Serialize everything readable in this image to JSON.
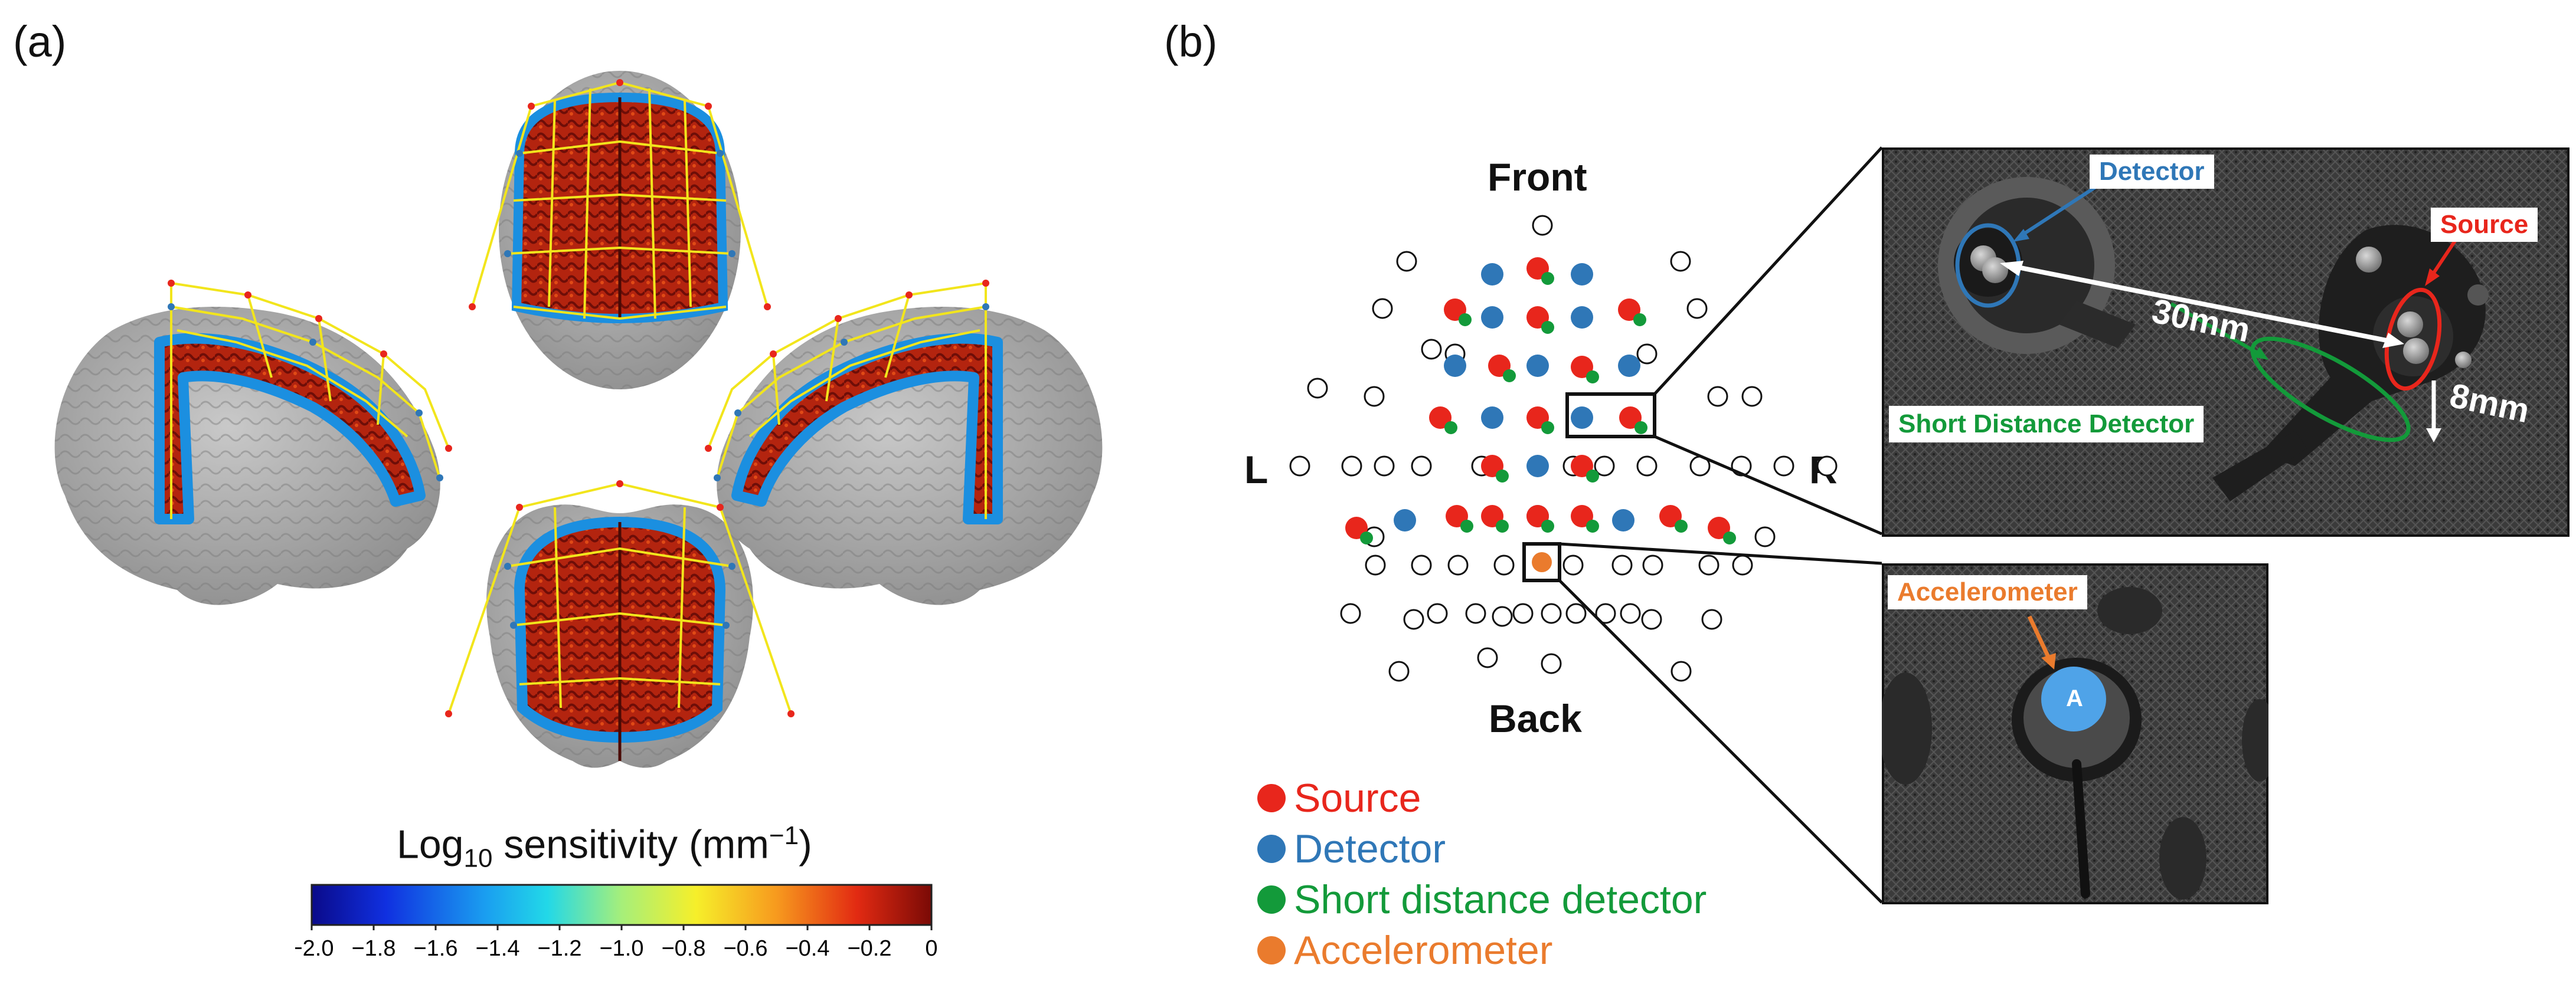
{
  "panel_a": {
    "label": "(a)",
    "colorbar": {
      "title_main": "Log",
      "title_sub": "10",
      "title_rest": " sensitivity (mm",
      "title_sup": "−1",
      "title_close": ")",
      "ticks": [
        "−2.0",
        "−1.8",
        "−1.6",
        "−1.4",
        "−1.2",
        "−1.0",
        "−0.8",
        "−0.6",
        "−0.4",
        "−0.2",
        "0"
      ]
    }
  },
  "panel_b": {
    "label": "(b)",
    "directions": {
      "front": "Front",
      "back": "Back",
      "left": "L",
      "right": "R"
    },
    "legend": [
      {
        "label": "Source",
        "color": "#e8261c"
      },
      {
        "label": "Detector",
        "color": "#2f77b7"
      },
      {
        "label": "Short distance detector",
        "color": "#139a3a"
      },
      {
        "label": "Accelerometer",
        "color": "#ea7b2d"
      }
    ],
    "photo_top": {
      "detector_label": "Detector",
      "source_label": "Source",
      "distance_long": "30mm",
      "distance_short": "8mm",
      "short_detector_label": "Short Distance Detector"
    },
    "photo_bottom": {
      "accelerometer_label": "Accelerometer",
      "device_letter": "A"
    }
  },
  "colors": {
    "source": "#e8261c",
    "detector": "#2f77b7",
    "short_detector": "#139a3a",
    "accelerometer": "#ea7b2d"
  }
}
